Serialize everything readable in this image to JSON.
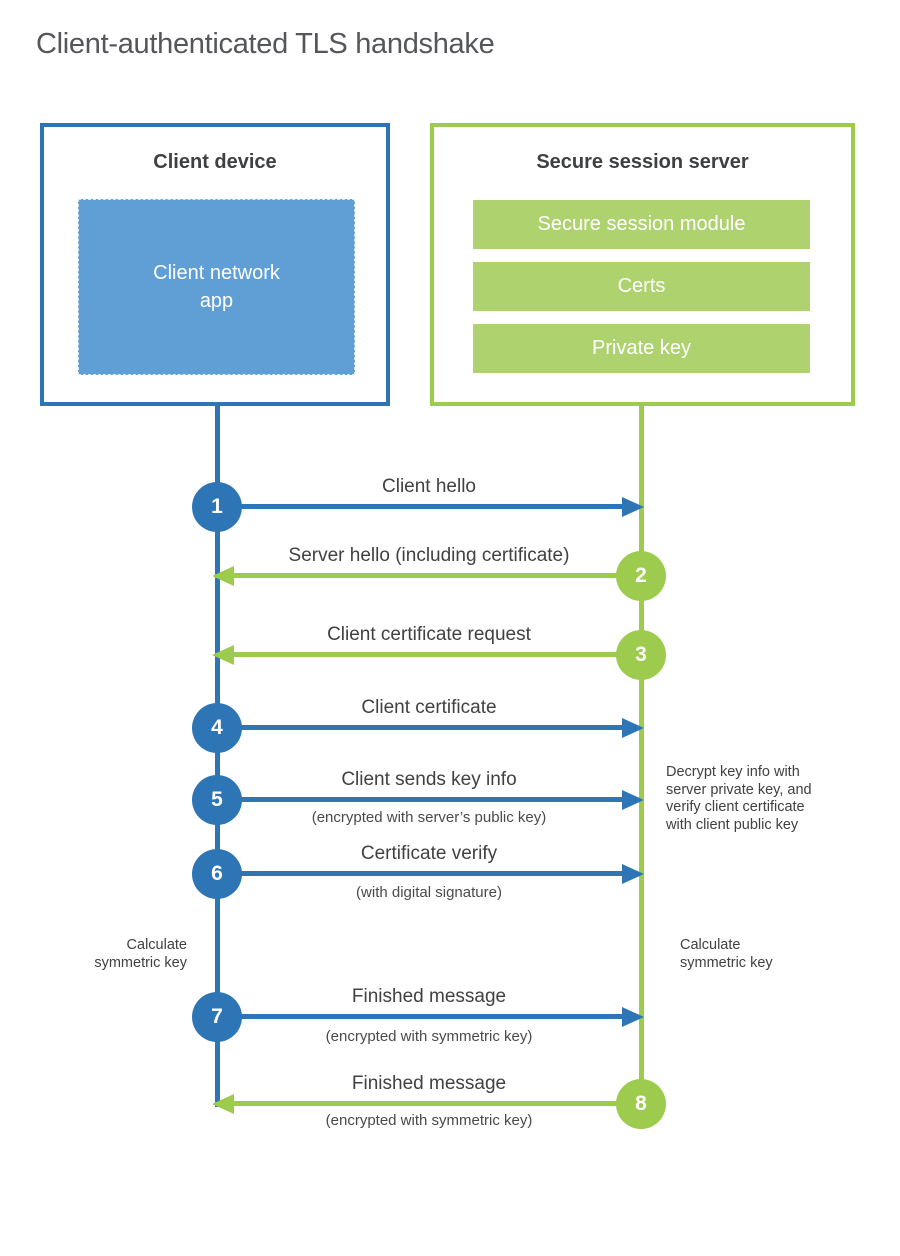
{
  "title": "Client-authenticated TLS handshake",
  "colors": {
    "blue": "#2e75b5",
    "blue_fill": "#5f9fd6",
    "green": "#9ccb4e",
    "green_fill": "#aed36e",
    "text": "#414042",
    "title_text": "#54565a"
  },
  "client": {
    "heading": "Client device",
    "app_label": [
      "Client network",
      "app"
    ]
  },
  "server": {
    "heading": "Secure session server",
    "modules": [
      "Secure session module",
      "Certs",
      "Private key"
    ]
  },
  "steps": [
    {
      "number": "1",
      "label": "Client hello",
      "sublabel": "",
      "direction": "right",
      "color": "blue"
    },
    {
      "number": "2",
      "label": "Server hello (including certificate)",
      "sublabel": "",
      "direction": "left",
      "color": "green"
    },
    {
      "number": "3",
      "label": "Client certificate request",
      "sublabel": "",
      "direction": "left",
      "color": "green"
    },
    {
      "number": "4",
      "label": "Client certificate",
      "sublabel": "",
      "direction": "right",
      "color": "blue"
    },
    {
      "number": "5",
      "label": "Client sends key info",
      "sublabel": "(encrypted with server’s public key)",
      "direction": "right",
      "color": "blue"
    },
    {
      "number": "6",
      "label": "Certificate verify",
      "sublabel": "(with digital signature)",
      "direction": "right",
      "color": "blue"
    },
    {
      "number": "7",
      "label": "Finished message",
      "sublabel": "(encrypted with symmetric key)",
      "direction": "right",
      "color": "blue"
    },
    {
      "number": "8",
      "label": "Finished message",
      "sublabel": "(encrypted with symmetric key)",
      "direction": "left",
      "color": "green"
    }
  ],
  "notes": {
    "decrypt": [
      "Decrypt key info with",
      "server private key, and",
      "verify client certificate",
      "with client public key"
    ],
    "calc_left": [
      "Calculate",
      "symmetric key"
    ],
    "calc_right": [
      "Calculate",
      "symmetric key"
    ]
  }
}
